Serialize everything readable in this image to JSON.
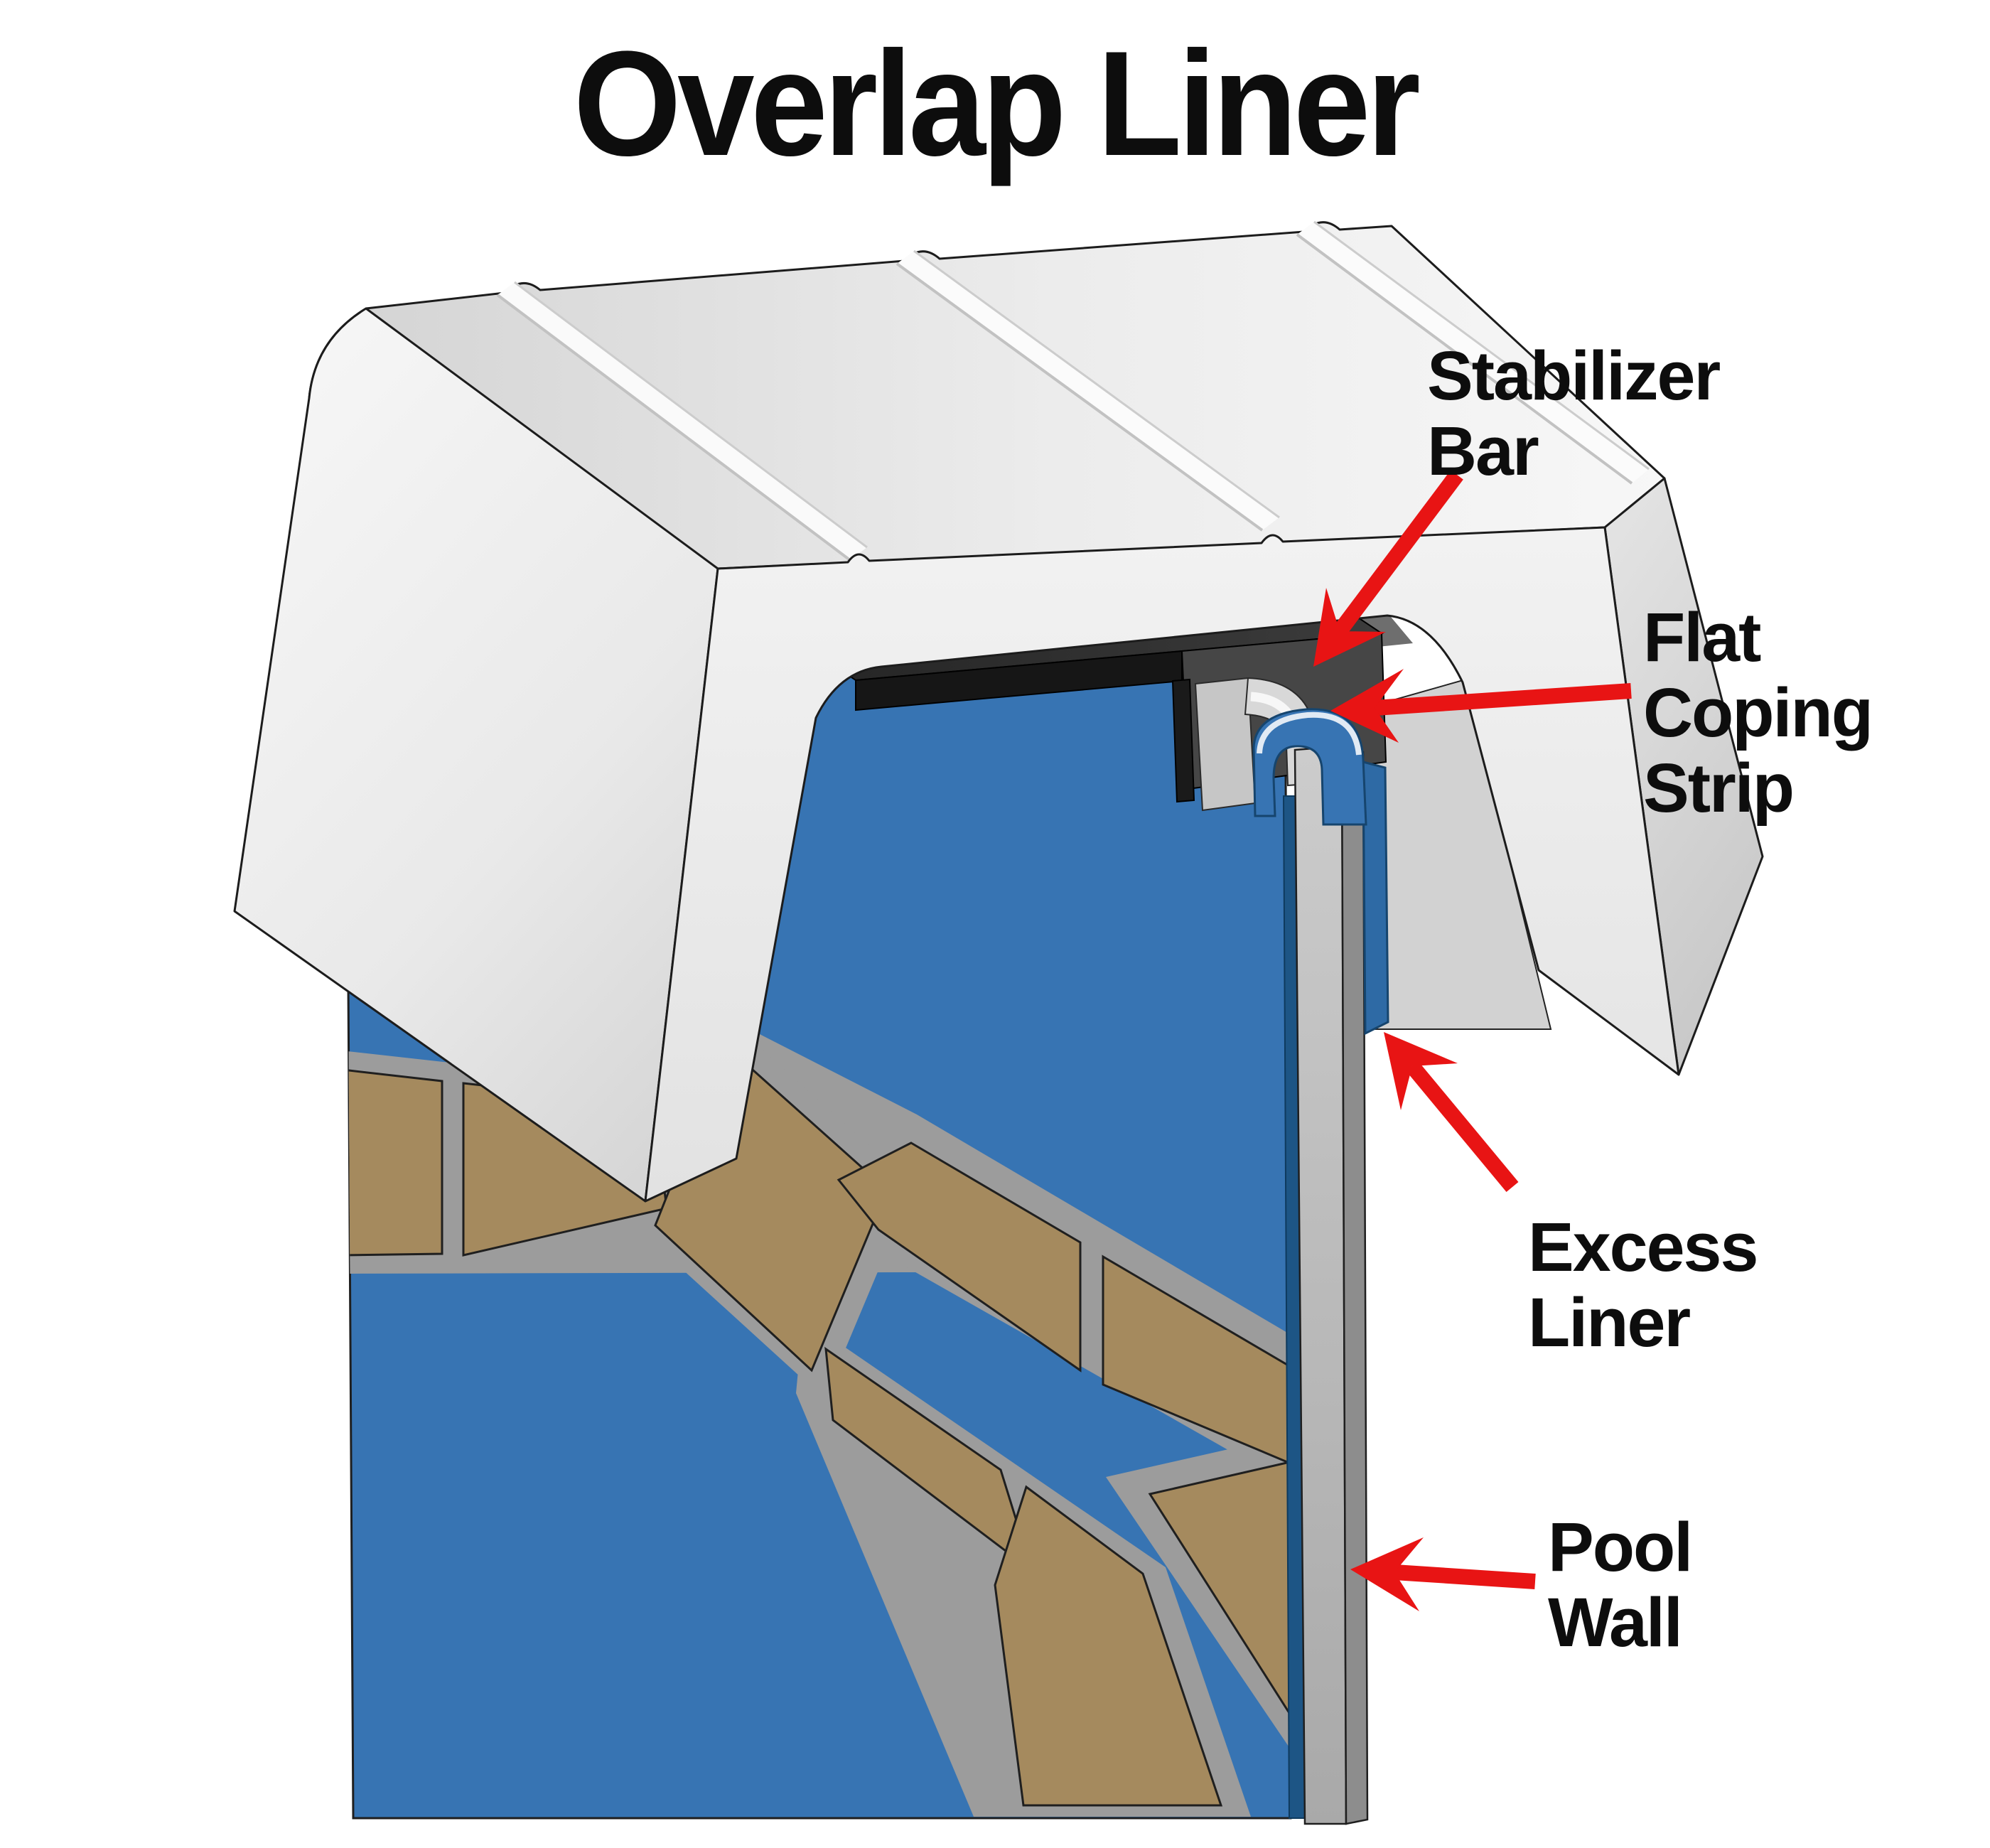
{
  "title": "Overlap Liner",
  "labels": {
    "stabilizer_bar": {
      "line1": "Stabilizer",
      "line2": "Bar"
    },
    "flat_coping_strip": {
      "line1": "Flat",
      "line2": "Coping",
      "line3": "Strip"
    },
    "excess_liner": {
      "line1": "Excess",
      "line2": "Liner"
    },
    "pool_wall": {
      "line1": "Pool",
      "line2": "Wall"
    }
  },
  "colors": {
    "text_black": "#0d0d0d",
    "arrow_red": "#e81414",
    "liner_blue": "#3774b3",
    "liner_blue_edge": "#1d5585",
    "liner_flap_blue": "#2e6aa5",
    "tile_tan": "#a58a5e",
    "grout_gray": "#9c9c9c",
    "wall_gray_front": "#bfbfbf",
    "wall_gray_side": "#8d8d8d",
    "cap_white": "#efefef",
    "bar_black": "#161616",
    "bar_top": "#2f2f2f",
    "bar_channel": "#464646",
    "strip_gray": "#c6c6c6",
    "strip_arch_gray": "#d8d8d8",
    "under_cap_gray": "#d2d2d2",
    "shadow_gray": "#6e6e6e"
  }
}
